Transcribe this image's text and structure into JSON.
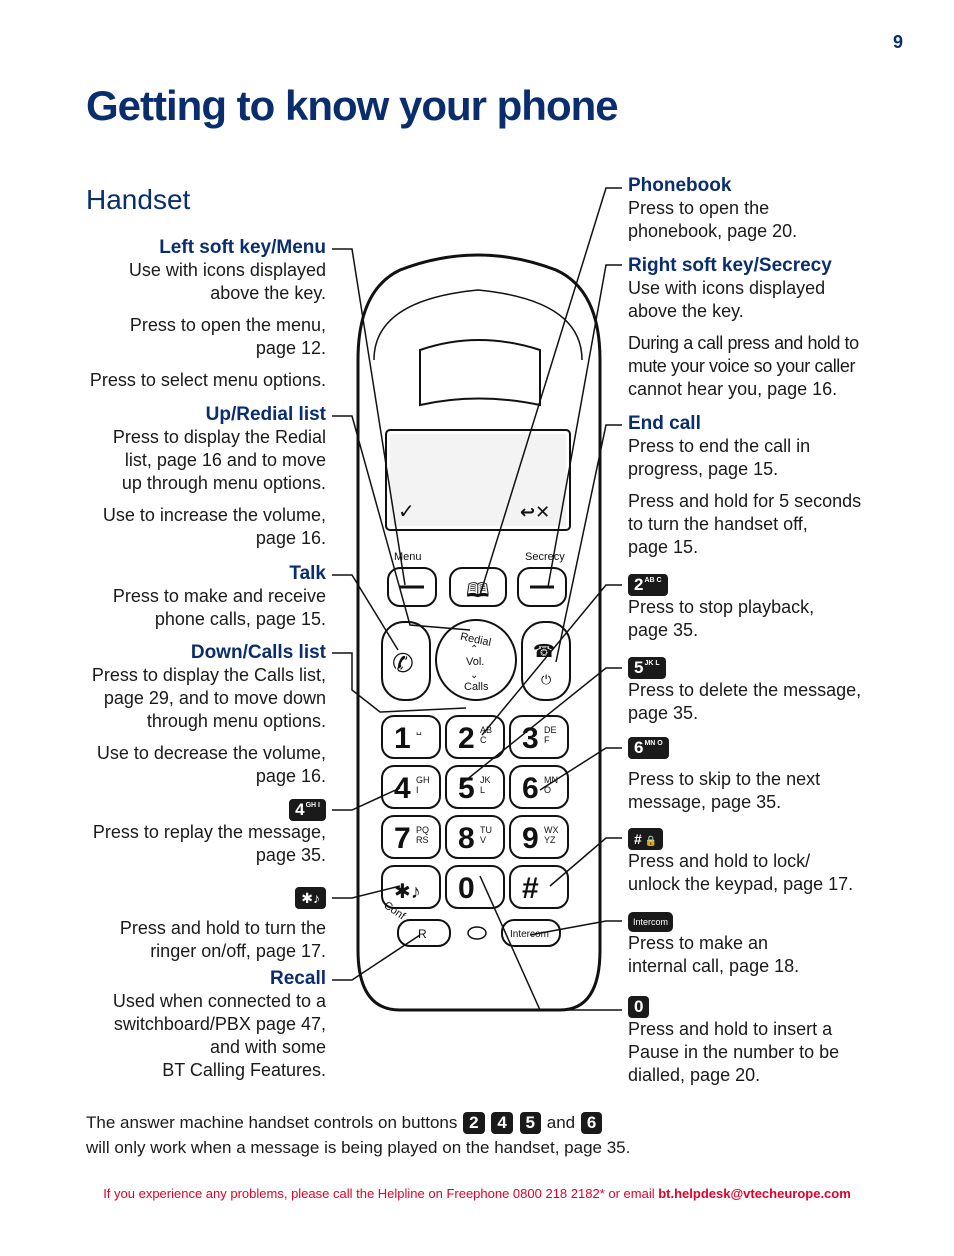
{
  "page_number": "9",
  "title": "Getting to know your phone",
  "section": "Handset",
  "left": {
    "left_soft_key": {
      "heading": "Left soft key/Menu",
      "line1": "Use with icons displayed",
      "line2": "above the key.",
      "line3": "Press to open the menu,",
      "line4": "page 12.",
      "line5": "Press to select menu options."
    },
    "up_redial": {
      "heading": "Up/Redial list",
      "line1": "Press to display the Redial",
      "line2": "list, page 16 and to move",
      "line3": "up through menu options.",
      "line4": "Use to increase the volume,",
      "line5": "page 16."
    },
    "talk": {
      "heading": "Talk",
      "line1": "Press to make and receive",
      "line2": "phone calls, page 15."
    },
    "down_calls": {
      "heading": "Down/Calls list",
      "line1": "Press to display the Calls list,",
      "line2": "page 29, and to move down",
      "line3": "through menu options.",
      "line4": "Use to decrease the volume,",
      "line5": "page 16."
    },
    "key4": {
      "key": "4",
      "sub": "GH I",
      "line1": "Press to replay the message,",
      "line2": "page 35."
    },
    "star": {
      "key": "✱♪",
      "line1": "Press and hold to turn the",
      "line2": "ringer on/off, page 17."
    },
    "recall": {
      "heading": "Recall",
      "line1": "Used when connected to a",
      "line2": "switchboard/PBX page 47,",
      "line3": "and with some",
      "line4": "BT Calling Features."
    }
  },
  "right": {
    "phonebook": {
      "heading": "Phonebook",
      "line1": "Press to open the",
      "line2": "phonebook, page 20."
    },
    "right_soft_key": {
      "heading": "Right soft key/Secrecy",
      "line1": "Use with icons displayed",
      "line2": "above the key.",
      "line3": "During a call press and hold to",
      "line4": "mute your voice so your caller",
      "line5": "cannot hear you, page 16."
    },
    "end_call": {
      "heading": "End call",
      "line1": "Press to end the call in",
      "line2": "progress, page 15.",
      "line3": "Press and hold for 5 seconds",
      "line4": "to turn the handset off,",
      "line5": "page 15."
    },
    "key2": {
      "key": "2",
      "sub": "AB C",
      "line1": "Press to stop playback,",
      "line2": "page 35."
    },
    "key5": {
      "key": "5",
      "sub": "JK L",
      "line1": "Press to delete the message,",
      "line2": "page 35."
    },
    "key6": {
      "key": "6",
      "sub": "MN O",
      "line1": "Press to skip to the next",
      "line2": "message, page 35."
    },
    "hash": {
      "key": "#",
      "line1": "Press and hold to lock/",
      "line2": "unlock the keypad, page 17."
    },
    "intercom": {
      "key": "Intercom",
      "line1": "Press to make an",
      "line2": "internal call, page 18."
    },
    "key0": {
      "key": "0",
      "line1": "Press and hold to insert a",
      "line2": "Pause in the number to be",
      "line3": "dialled, page 20."
    }
  },
  "phone": {
    "menu_label": "Menu",
    "secrecy_label": "Secrecy",
    "redial_label": "Redial",
    "vol_label": "Vol.",
    "calls_label": "Calls",
    "conf_label": "Conf",
    "r_label": "R",
    "intercom_label": "Intercom",
    "keys": [
      {
        "digit": "1",
        "letters": "␣"
      },
      {
        "digit": "2",
        "letters": "AB C"
      },
      {
        "digit": "3",
        "letters": "DE F"
      },
      {
        "digit": "4",
        "letters": "GH I"
      },
      {
        "digit": "5",
        "letters": "JK L"
      },
      {
        "digit": "6",
        "letters": "MN O"
      },
      {
        "digit": "7",
        "letters": "PQ RS"
      },
      {
        "digit": "8",
        "letters": "TU V"
      },
      {
        "digit": "9",
        "letters": "WX YZ"
      },
      {
        "digit": "✱♪",
        "letters": ""
      },
      {
        "digit": "0",
        "letters": ""
      },
      {
        "digit": "#",
        "letters": ""
      }
    ]
  },
  "footnote": {
    "text_before": "The answer machine handset controls on buttons",
    "k2": "2",
    "k4": "4",
    "k5": "5",
    "and": "and",
    "k6": "6",
    "text_after": "will only work when a message is being played on the handset, page 35."
  },
  "helpline": {
    "text": "If you experience any problems, please call the Helpline on Freephone 0800 218 2182* or email",
    "email": "bt.helpdesk@vtecheurope.com"
  }
}
